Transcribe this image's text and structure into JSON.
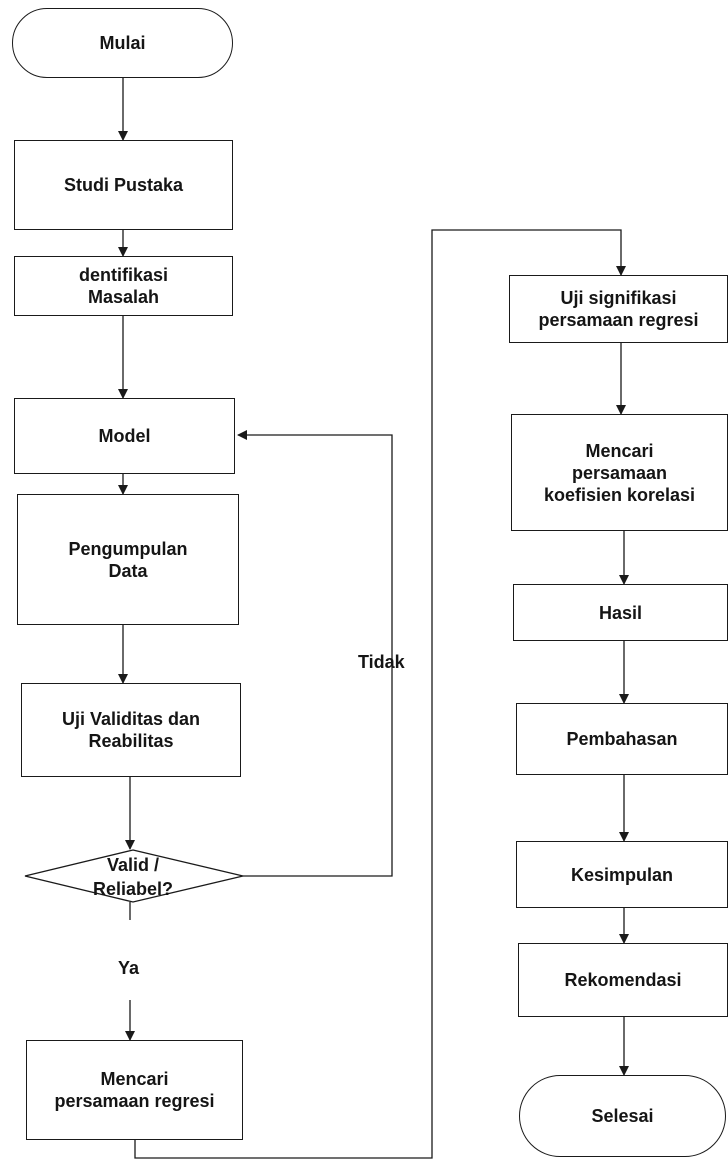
{
  "nodes": {
    "start": "Mulai",
    "study": "Studi Pustaka",
    "identify": "dentifikasi\nMasalah",
    "model": "Model",
    "collect": "Pengumpulan\nData",
    "validity_test": "Uji Validitas dan\nReabilitas",
    "decision": "Valid /\nReliabel?",
    "regression": "Mencari\npersamaan regresi",
    "significance": "Uji signifikasi\npersamaan regresi",
    "correlation": "Mencari\npersamaan\nkoefisien korelasi",
    "result": "Hasil",
    "discussion": "Pembahasan",
    "conclusion": "Kesimpulan",
    "recommendation": "Rekomendasi",
    "end": "Selesai"
  },
  "edge_labels": {
    "no": "Tidak",
    "yes": "Ya"
  }
}
